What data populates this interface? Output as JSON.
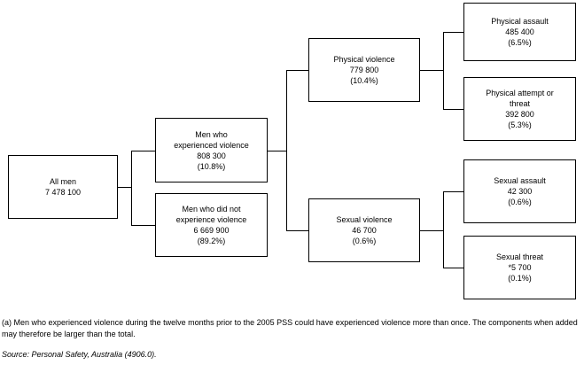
{
  "diagram": {
    "title": "",
    "nodes": [
      {
        "id": "all-men",
        "lines": [
          "All men",
          "7 478 100"
        ]
      },
      {
        "id": "men-experienced-violence",
        "lines": [
          "Men who",
          "experienced violence",
          "808 300",
          "(10.8%)"
        ]
      },
      {
        "id": "men-not-experienced-violence",
        "lines": [
          "Men who did not",
          "experience violence",
          "6 669 900",
          "(89.2%)"
        ]
      },
      {
        "id": "physical-violence",
        "lines": [
          "Physical violence",
          "779 800",
          "(10.4%)"
        ]
      },
      {
        "id": "sexual-violence",
        "lines": [
          "Sexual violence",
          "46 700",
          "(0.6%)"
        ]
      },
      {
        "id": "physical-assault",
        "lines": [
          "Physical assault",
          "485 400",
          "(6.5%)"
        ]
      },
      {
        "id": "physical-attempt-or-threat",
        "lines": [
          "Physical attempt or",
          "threat",
          "392 800",
          "(5.3%)"
        ]
      },
      {
        "id": "sexual-assault",
        "lines": [
          "Sexual assault",
          "42 300",
          "(0.6%)"
        ]
      },
      {
        "id": "sexual-threat",
        "lines": [
          "Sexual threat",
          "*5 700",
          "(0.1%)"
        ]
      }
    ],
    "edges": [
      {
        "from": "all-men",
        "to": "men-experienced-violence"
      },
      {
        "from": "all-men",
        "to": "men-not-experienced-violence"
      },
      {
        "from": "men-experienced-violence",
        "to": "physical-violence"
      },
      {
        "from": "men-experienced-violence",
        "to": "sexual-violence"
      },
      {
        "from": "physical-violence",
        "to": "physical-assault"
      },
      {
        "from": "physical-violence",
        "to": "physical-attempt-or-threat"
      },
      {
        "from": "sexual-violence",
        "to": "sexual-assault"
      },
      {
        "from": "sexual-violence",
        "to": "sexual-threat"
      }
    ],
    "footnote": "(a) Men who experienced violence during the twelve months prior to the 2005 PSS could have experienced violence more than once. The components when added may therefore be larger than the total.",
    "source": "Source: Personal Safety, Australia (4906.0)."
  },
  "colors": {
    "background": "#ffffff",
    "border": "#000000",
    "text": "#000000"
  }
}
